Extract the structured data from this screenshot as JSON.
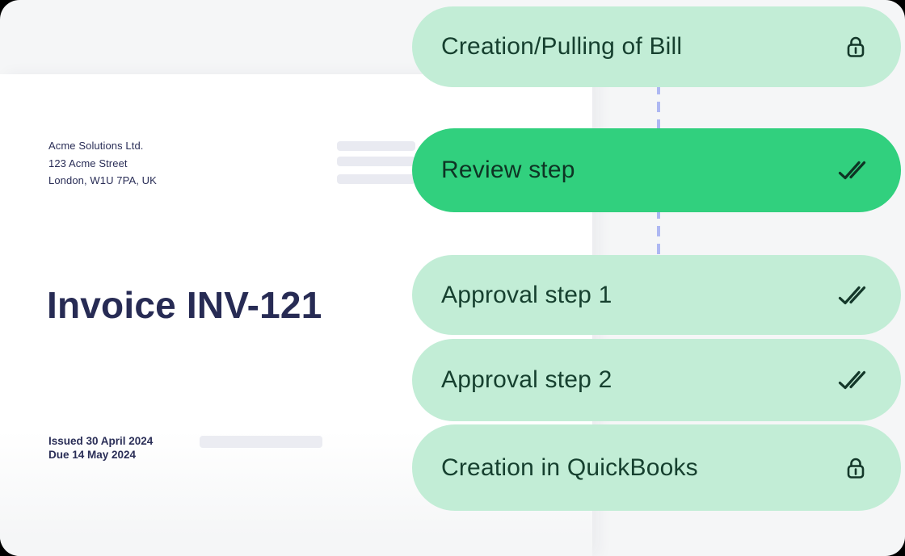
{
  "window": {
    "bg_color": "#f5f6f7",
    "card_color": "#ffffff"
  },
  "invoice_document": {
    "company_name": "Acme Solutions Ltd.",
    "address_line1": "123 Acme Street",
    "address_line2": "London, W1U 7PA, UK",
    "title": "Invoice INV-121",
    "issued_line": "Issued 30 April 2024",
    "due_line": "Due 14 May 2024",
    "text_color": "#2a2e57",
    "title_color": "#272b54",
    "placeholder_color": "#e9eaf1"
  },
  "workflow": {
    "connector_color": "#aeb8f2",
    "inactive_step_bg": "#c2edd6",
    "active_step_bg": "#31d07e",
    "step_text_color": "#16402f",
    "icon_color": "#14382a",
    "steps": [
      {
        "label": "Creation/Pulling of Bill",
        "icon": "lock-icon",
        "status": "locked"
      },
      {
        "label": "Review step",
        "icon": "double-check-icon",
        "status": "active"
      },
      {
        "label": "Approval step 1",
        "icon": "double-check-icon",
        "status": "completed"
      },
      {
        "label": "Approval step 2",
        "icon": "double-check-icon",
        "status": "completed"
      },
      {
        "label": "Creation in QuickBooks",
        "icon": "lock-icon",
        "status": "locked"
      }
    ]
  }
}
